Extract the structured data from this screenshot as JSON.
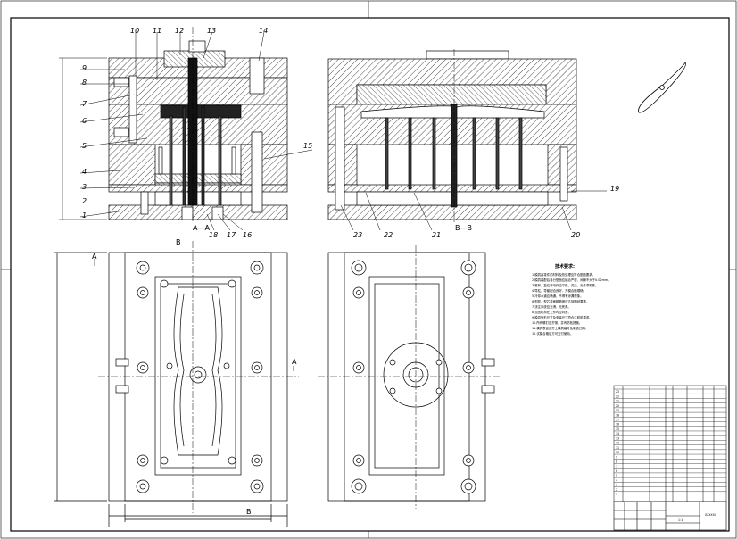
{
  "views": {
    "section_aa_label": "A—A",
    "section_bb_label": "B—B",
    "cut_a": "A",
    "cut_b": "B"
  },
  "part_numbers": [
    "1",
    "2",
    "3",
    "4",
    "5",
    "6",
    "7",
    "8",
    "9",
    "10",
    "11",
    "12",
    "13",
    "14",
    "15",
    "16",
    "17",
    "18",
    "19",
    "20",
    "21",
    "22",
    "23"
  ],
  "notes": {
    "title": "技术要求:",
    "lines": [
      "1.模具各零件的材料及热处理应符合图纸要求。",
      "2.模具装配后各分型面应贴合严密，间隙不大于0.02mm。",
      "3.推杆、复位杆动作应平稳、灵活，无卡滞现象。",
      "4.导柱、导套配合良好，开模合模顺畅。",
      "5.冷却水道应畅通，不得有渗漏现象。",
      "6.型腔、型芯表面粗糙度应达到图纸要求。",
      "7.浇注系统应光滑，无死角。",
      "8.顶出机构在工作时应同步。",
      "9.模具外形尺寸及安装尺寸符合注射机要求。",
      "10.所有螺钉应拧紧，并有防松措施。",
      "11.模具表面应打上模具编号及制造日期。",
      "12.试模合格后方可交付使用。"
    ]
  },
  "title_block": {
    "code": "XXXXXX",
    "scale": "1:1",
    "bom_rows": [
      "23",
      "22",
      "21",
      "20",
      "19",
      "18",
      "17",
      "16",
      "15",
      "14",
      "13",
      "12",
      "11",
      "10",
      "9",
      "8",
      "7",
      "6",
      "5",
      "4",
      "3",
      "2",
      "1"
    ]
  }
}
